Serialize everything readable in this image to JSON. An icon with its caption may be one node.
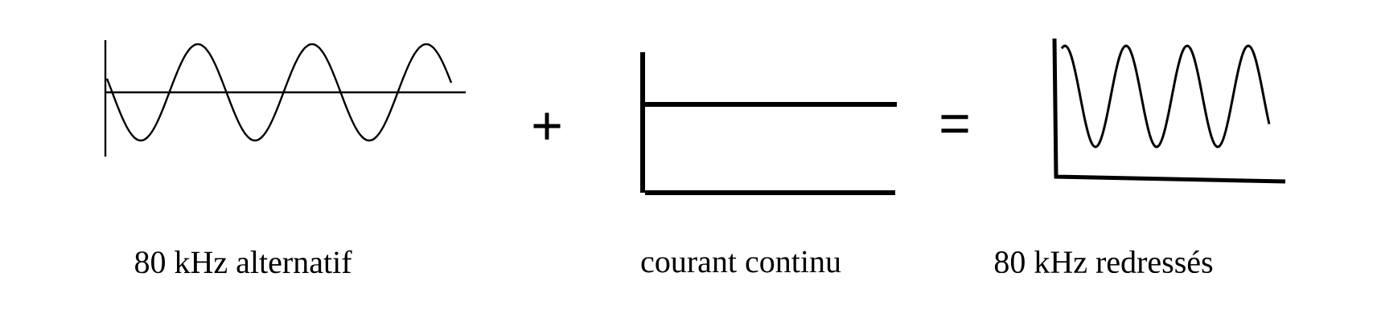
{
  "diagram": {
    "labels": [
      "+",
      "=",
      "80 kHz alternatif",
      "courant continu",
      "80 kHz redressés"
    ]
  }
}
